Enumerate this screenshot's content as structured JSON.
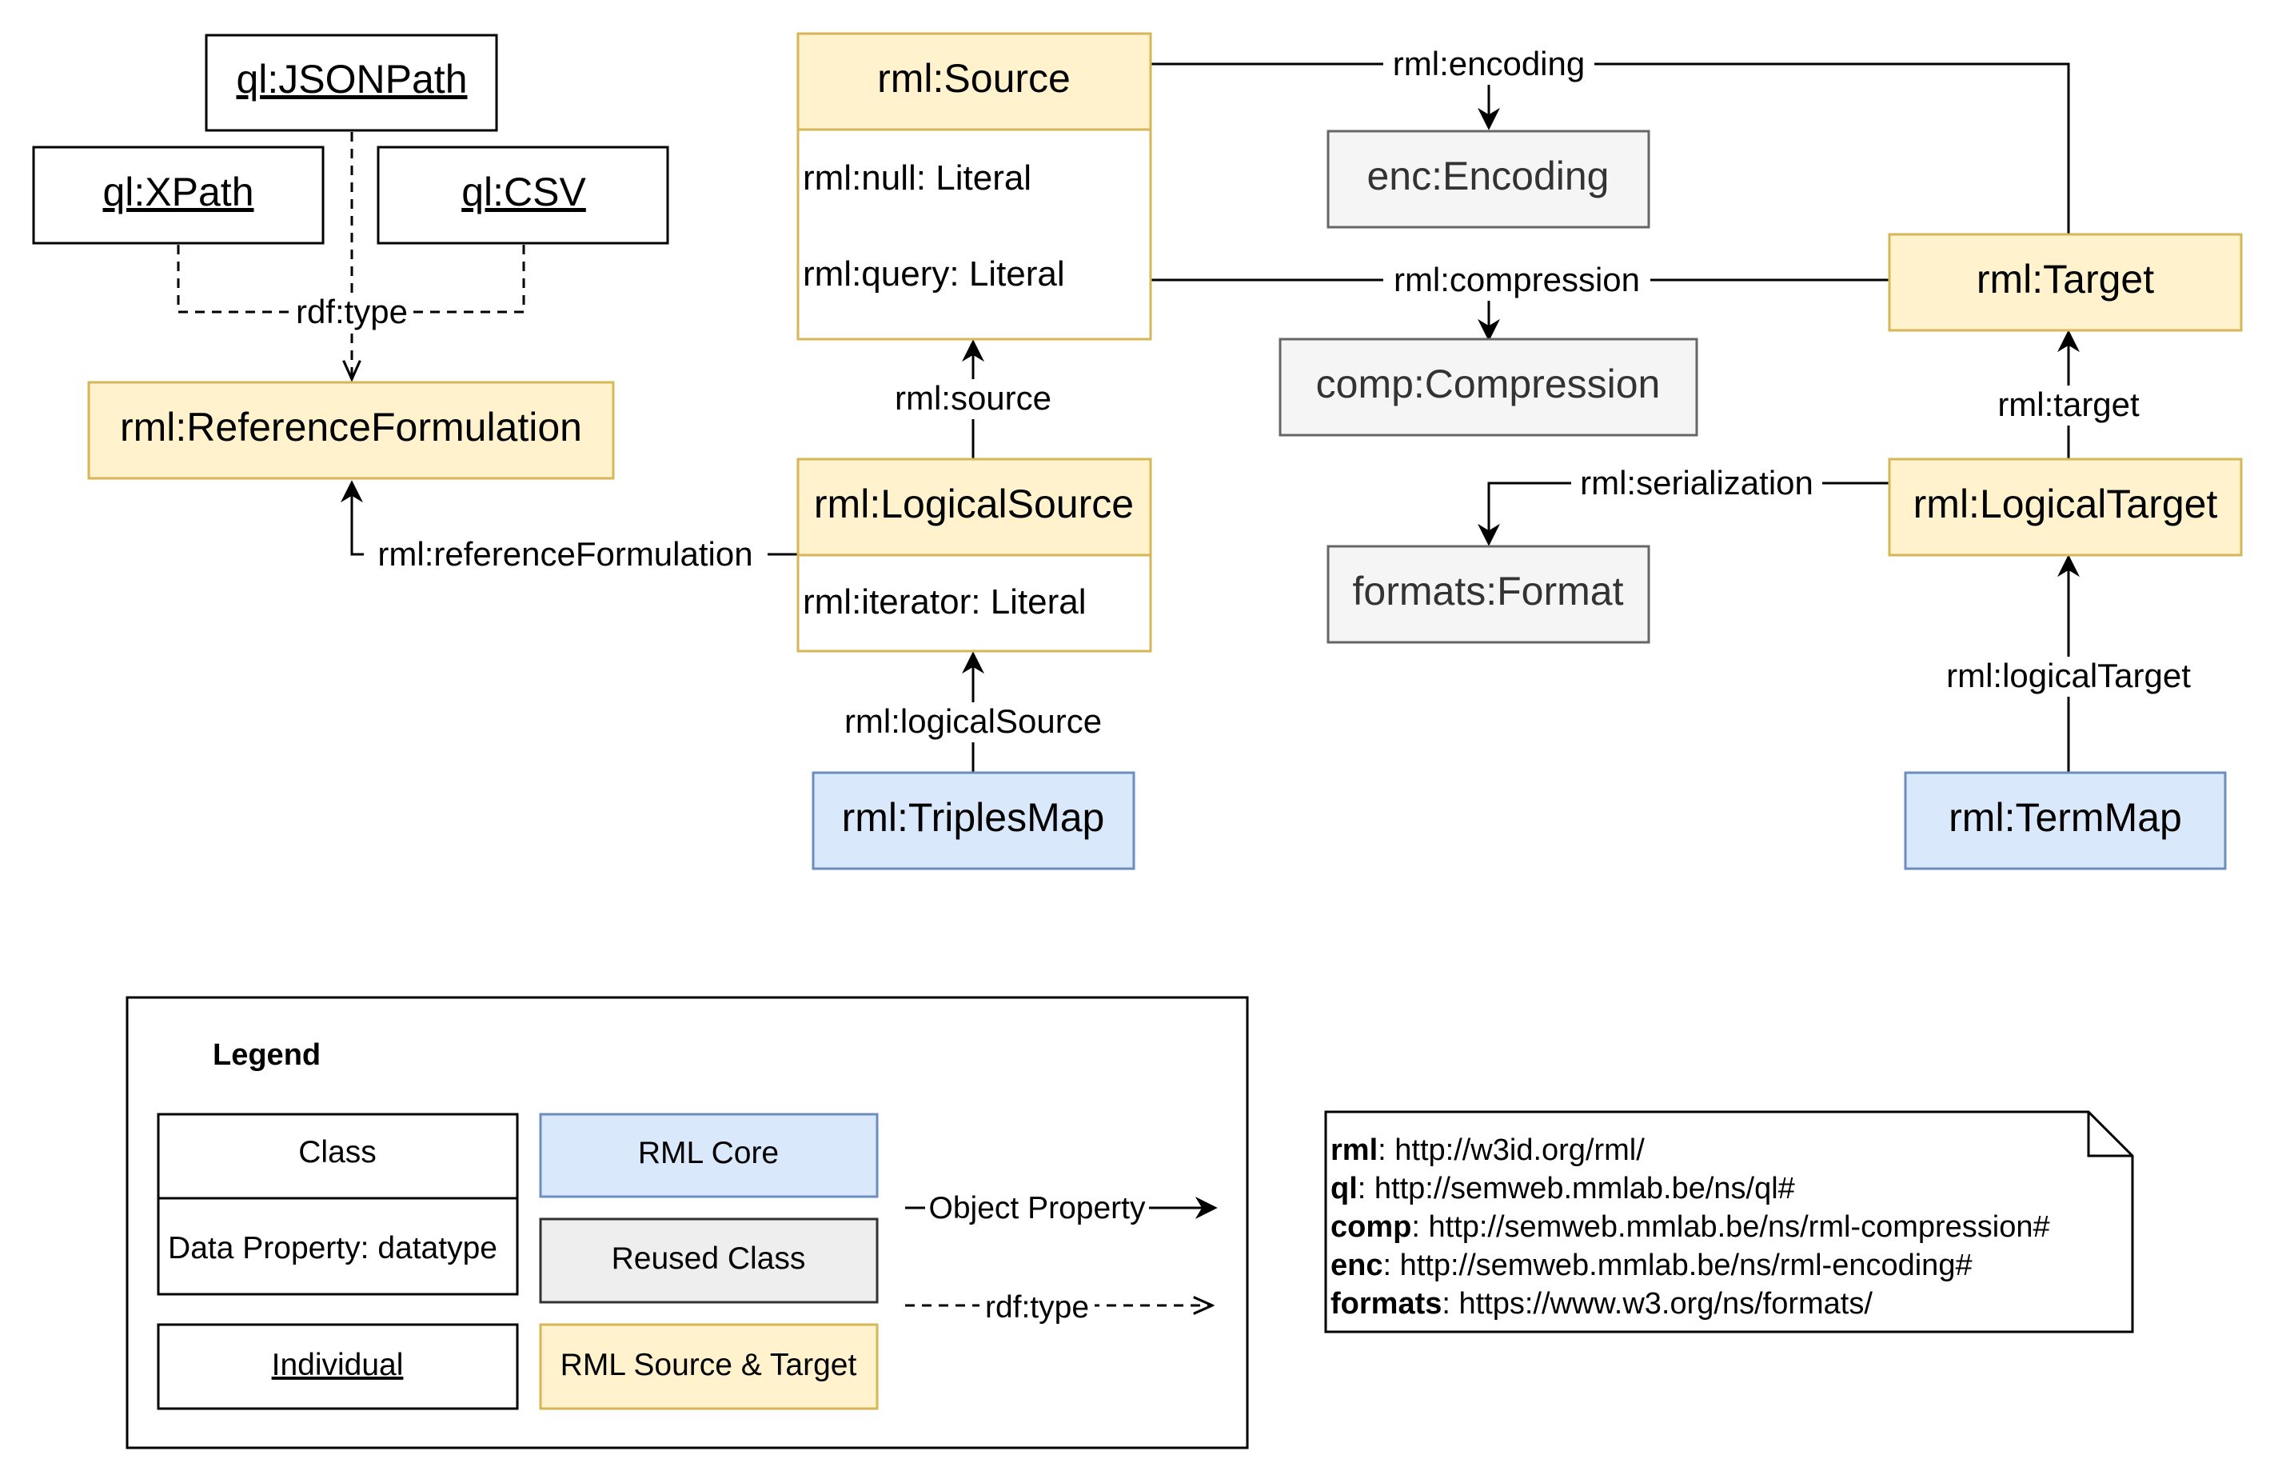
{
  "colors": {
    "source_target_fill": "#fff2cc",
    "source_target_stroke": "#d6b656",
    "core_fill": "#dae8fc",
    "core_stroke": "#6c8ebf",
    "reused_fill": "#f5f5f5",
    "reused_stroke": "#666666",
    "reused_text": "#333333",
    "plain_fill": "#ffffff",
    "plain_stroke": "#000000"
  },
  "classes": {
    "jsonpath": "ql:JSONPath",
    "xpath": "ql:XPath",
    "csv": "ql:CSV",
    "reference_formulation": "rml:ReferenceFormulation",
    "source": "rml:Source",
    "source_null": "rml:null: Literal",
    "source_query": "rml:query: Literal",
    "logical_source": "rml:LogicalSource",
    "logical_source_iterator": "rml:iterator: Literal",
    "triples_map": "rml:TriplesMap",
    "encoding": "enc:Encoding",
    "compression": "comp:Compression",
    "format": "formats:Format",
    "target": "rml:Target",
    "logical_target": "rml:LogicalTarget",
    "term_map": "rml:TermMap"
  },
  "edges": {
    "rdf_type": "rdf:type",
    "reference_formulation": "rml:referenceFormulation",
    "source": "rml:source",
    "logical_source": "rml:logicalSource",
    "encoding": "rml:encoding",
    "compression": "rml:compression",
    "serialization": "rml:serialization",
    "target": "rml:target",
    "logical_target": "rml:logicalTarget"
  },
  "legend": {
    "title": "Legend",
    "class": "Class",
    "data_property": "Data Property: datatype",
    "individual": "Individual",
    "rml_core": "RML Core",
    "reused_class": "Reused Class",
    "rml_source_target": "RML Source & Target",
    "object_property": "Object Property",
    "rdf_type": "rdf:type"
  },
  "namespaces": [
    {
      "prefix": "rml",
      "uri": ": http://w3id.org/rml/"
    },
    {
      "prefix": "ql",
      "uri": ": http://semweb.mmlab.be/ns/ql#"
    },
    {
      "prefix": "comp",
      "uri": ": http://semweb.mmlab.be/ns/rml-compression#"
    },
    {
      "prefix": "enc",
      "uri": ": http://semweb.mmlab.be/ns/rml-encoding#"
    },
    {
      "prefix": "formats",
      "uri": ": https://www.w3.org/ns/formats/"
    }
  ]
}
